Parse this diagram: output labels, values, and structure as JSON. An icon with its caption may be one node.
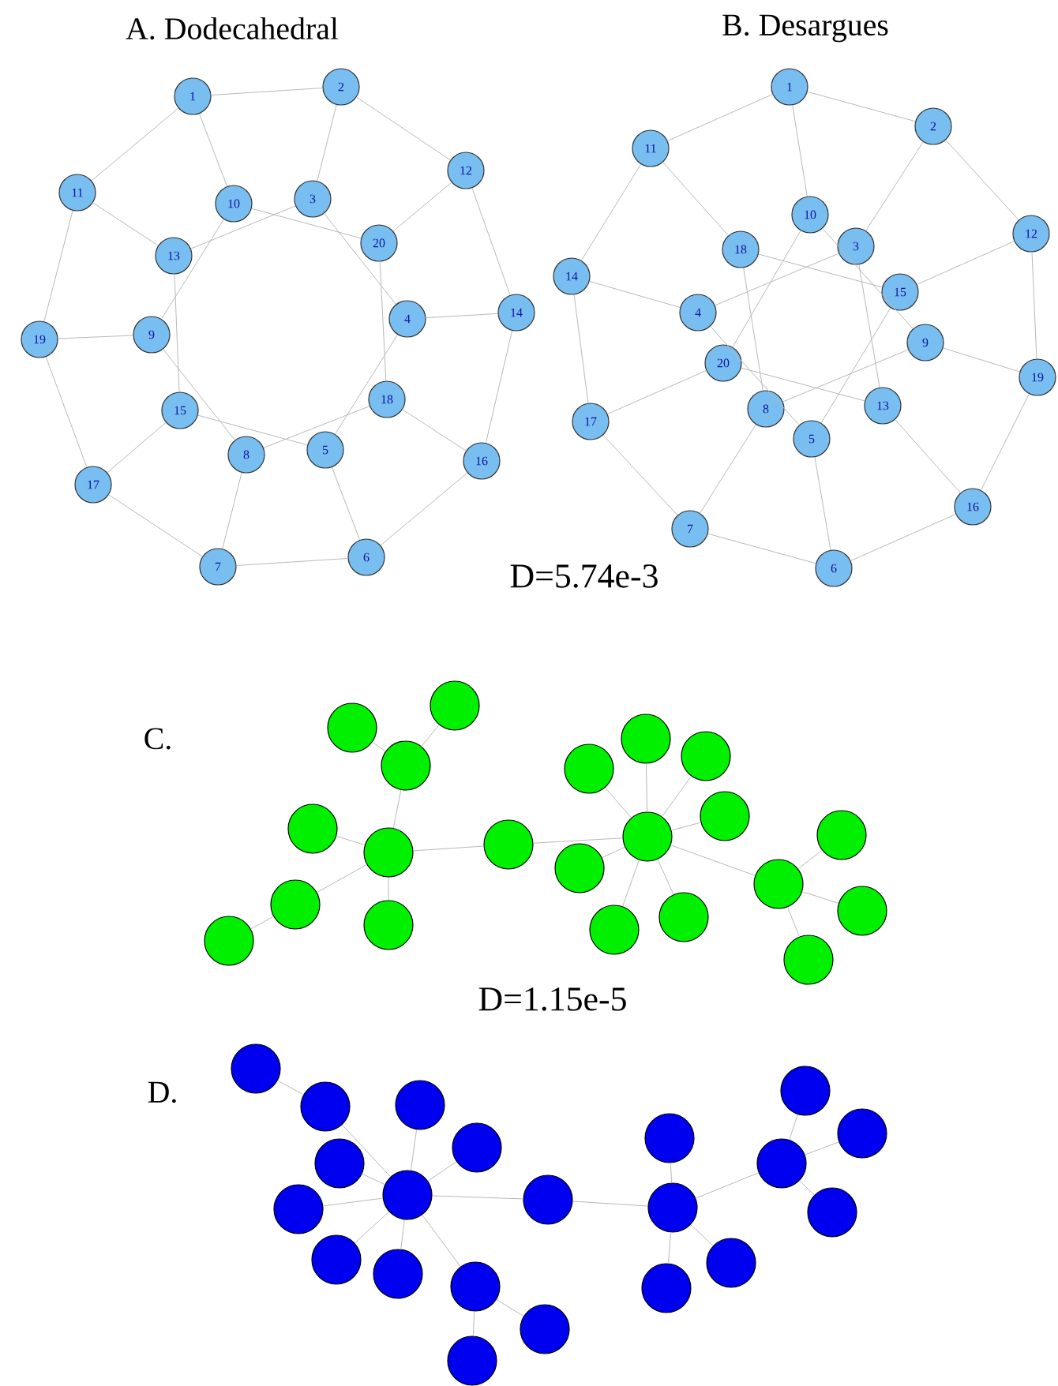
{
  "diagram": {
    "nodes": [
      {
        "text": [
          "1"
        ]
      },
      {
        "text": [
          "2"
        ]
      },
      {
        "text": [
          "3"
        ]
      },
      {
        "text": [
          "4"
        ]
      },
      {
        "text": [
          "5"
        ]
      },
      {
        "text": [
          "6"
        ]
      },
      {
        "text": [
          "7"
        ]
      },
      {
        "text": [
          "8"
        ]
      },
      {
        "text": [
          "9"
        ]
      },
      {
        "text": [
          "10"
        ]
      },
      {
        "text": [
          "11"
        ]
      },
      {
        "text": [
          "12"
        ]
      },
      {
        "text": [
          "13"
        ]
      },
      {
        "text": [
          "14"
        ]
      },
      {
        "text": [
          "15"
        ]
      },
      {
        "text": [
          "16"
        ]
      },
      {
        "text": [
          "17"
        ]
      },
      {
        "text": [
          "18"
        ]
      },
      {
        "text": [
          "19"
        ]
      },
      {
        "text": [
          "20"
        ]
      },
      {
        "text": [
          "1"
        ]
      },
      {
        "text": [
          "2"
        ]
      },
      {
        "text": [
          "3"
        ]
      },
      {
        "text": [
          "4"
        ]
      },
      {
        "text": [
          "5"
        ]
      },
      {
        "text": [
          "6"
        ]
      },
      {
        "text": [
          "7"
        ]
      },
      {
        "text": [
          "8"
        ]
      },
      {
        "text": [
          "9"
        ]
      },
      {
        "text": [
          "10"
        ]
      },
      {
        "text": [
          "11"
        ]
      },
      {
        "text": [
          "12"
        ]
      },
      {
        "text": [
          "13"
        ]
      },
      {
        "text": [
          "14"
        ]
      },
      {
        "text": [
          "15"
        ]
      },
      {
        "text": [
          "16"
        ]
      },
      {
        "text": [
          "17"
        ]
      },
      {
        "text": [
          "18"
        ]
      },
      {
        "text": [
          "19"
        ]
      },
      {
        "text": [
          "20"
        ]
      },
      {
        "text": [],
        "shape": "circle"
      },
      {
        "text": [],
        "shape": "circle"
      },
      {
        "text": [],
        "shape": "circle"
      },
      {
        "text": [],
        "shape": "circle"
      },
      {
        "text": [],
        "shape": "circle"
      },
      {
        "text": [],
        "shape": "circle"
      },
      {
        "text": [],
        "shape": "circle"
      },
      {
        "text": [],
        "shape": "circle"
      },
      {
        "text": [],
        "shape": "circle"
      },
      {
        "text": [],
        "shape": "circle"
      },
      {
        "text": [],
        "shape": "circle"
      },
      {
        "text": [],
        "shape": "circle"
      },
      {
        "text": [],
        "shape": "circle"
      },
      {
        "text": [],
        "shape": "circle"
      },
      {
        "text": [],
        "shape": "circle"
      },
      {
        "text": [],
        "shape": "circle"
      },
      {
        "text": [],
        "shape": "circle"
      },
      {
        "text": [],
        "shape": "circle"
      },
      {
        "text": [],
        "shape": "circle"
      },
      {
        "text": [],
        "shape": "circle"
      },
      {
        "text": [],
        "shape": "circle"
      },
      {
        "text": [],
        "shape": "circle"
      },
      {
        "text": [],
        "shape": "circle"
      },
      {
        "text": [],
        "shape": "circle"
      },
      {
        "text": [],
        "shape": "circle"
      },
      {
        "text": [],
        "shape": "circle"
      },
      {
        "text": [],
        "shape": "circle"
      },
      {
        "text": [],
        "shape": "circle"
      },
      {
        "text": [],
        "shape": "circle"
      },
      {
        "text": [],
        "shape": "circle"
      },
      {
        "text": [],
        "shape": "circle"
      },
      {
        "text": [],
        "shape": "circle"
      },
      {
        "text": [],
        "shape": "circle"
      },
      {
        "text": [],
        "shape": "circle"
      },
      {
        "text": [],
        "shape": "circle"
      },
      {
        "text": [],
        "shape": "circle"
      },
      {
        "text": [],
        "shape": "circle"
      },
      {
        "text": [],
        "shape": "circle"
      },
      {
        "text": [],
        "shape": "circle"
      },
      {
        "text": [],
        "shape": "circle"
      },
      {
        "text": [],
        "shape": "circle"
      },
      {
        "text": [],
        "shape": "circle"
      }
    ],
    "edges": [
      {
        "from": 0,
        "to": 1,
        "arrow": "none"
      },
      {
        "from": 0,
        "to": 10,
        "arrow": "none"
      },
      {
        "from": 0,
        "to": 9,
        "arrow": "none"
      },
      {
        "from": 1,
        "to": 2,
        "arrow": "none"
      },
      {
        "from": 1,
        "to": 11,
        "arrow": "none"
      },
      {
        "from": 11,
        "to": 19,
        "arrow": "none"
      },
      {
        "from": 11,
        "to": 13,
        "arrow": "none"
      },
      {
        "from": 10,
        "to": 12,
        "arrow": "none"
      },
      {
        "from": 10,
        "to": 18,
        "arrow": "none"
      },
      {
        "from": 9,
        "to": 19,
        "arrow": "none"
      },
      {
        "from": 9,
        "to": 8,
        "arrow": "none"
      },
      {
        "from": 2,
        "to": 12,
        "arrow": "none"
      },
      {
        "from": 2,
        "to": 3,
        "arrow": "none"
      },
      {
        "from": 19,
        "to": 17,
        "arrow": "none"
      },
      {
        "from": 3,
        "to": 13,
        "arrow": "none"
      },
      {
        "from": 3,
        "to": 4,
        "arrow": "none"
      },
      {
        "from": 13,
        "to": 15,
        "arrow": "none"
      },
      {
        "from": 18,
        "to": 8,
        "arrow": "none"
      },
      {
        "from": 18,
        "to": 16,
        "arrow": "none"
      },
      {
        "from": 8,
        "to": 7,
        "arrow": "none"
      },
      {
        "from": 12,
        "to": 14,
        "arrow": "none"
      },
      {
        "from": 14,
        "to": 16,
        "arrow": "none"
      },
      {
        "from": 14,
        "to": 4,
        "arrow": "none"
      },
      {
        "from": 17,
        "to": 7,
        "arrow": "none"
      },
      {
        "from": 17,
        "to": 15,
        "arrow": "none"
      },
      {
        "from": 7,
        "to": 6,
        "arrow": "none"
      },
      {
        "from": 4,
        "to": 5,
        "arrow": "none"
      },
      {
        "from": 15,
        "to": 5,
        "arrow": "none"
      },
      {
        "from": 16,
        "to": 6,
        "arrow": "none"
      },
      {
        "from": 6,
        "to": 5,
        "arrow": "none"
      },
      {
        "from": 20,
        "to": 30,
        "arrow": "none"
      },
      {
        "from": 20,
        "to": 21,
        "arrow": "none"
      },
      {
        "from": 20,
        "to": 29,
        "arrow": "none"
      },
      {
        "from": 21,
        "to": 22,
        "arrow": "none"
      },
      {
        "from": 21,
        "to": 31,
        "arrow": "none"
      },
      {
        "from": 22,
        "to": 23,
        "arrow": "none"
      },
      {
        "from": 22,
        "to": 32,
        "arrow": "none"
      },
      {
        "from": 23,
        "to": 33,
        "arrow": "none"
      },
      {
        "from": 23,
        "to": 24,
        "arrow": "none"
      },
      {
        "from": 24,
        "to": 34,
        "arrow": "none"
      },
      {
        "from": 24,
        "to": 25,
        "arrow": "none"
      },
      {
        "from": 25,
        "to": 26,
        "arrow": "none"
      },
      {
        "from": 25,
        "to": 35,
        "arrow": "none"
      },
      {
        "from": 26,
        "to": 36,
        "arrow": "none"
      },
      {
        "from": 26,
        "to": 27,
        "arrow": "none"
      },
      {
        "from": 27,
        "to": 37,
        "arrow": "none"
      },
      {
        "from": 27,
        "to": 28,
        "arrow": "none"
      },
      {
        "from": 28,
        "to": 29,
        "arrow": "none"
      },
      {
        "from": 28,
        "to": 38,
        "arrow": "none"
      },
      {
        "from": 29,
        "to": 39,
        "arrow": "none"
      },
      {
        "from": 30,
        "to": 33,
        "arrow": "none"
      },
      {
        "from": 30,
        "to": 37,
        "arrow": "none"
      },
      {
        "from": 31,
        "to": 34,
        "arrow": "none"
      },
      {
        "from": 31,
        "to": 38,
        "arrow": "none"
      },
      {
        "from": 32,
        "to": 39,
        "arrow": "none"
      },
      {
        "from": 32,
        "to": 35,
        "arrow": "none"
      },
      {
        "from": 33,
        "to": 36,
        "arrow": "none"
      },
      {
        "from": 34,
        "to": 37,
        "arrow": "none"
      },
      {
        "from": 35,
        "to": 38,
        "arrow": "none"
      },
      {
        "from": 36,
        "to": 39,
        "arrow": "none"
      },
      {
        "from": 40,
        "to": 42,
        "arrow": "none"
      },
      {
        "from": 41,
        "to": 42,
        "arrow": "none"
      },
      {
        "from": 42,
        "to": 44,
        "arrow": "none"
      },
      {
        "from": 43,
        "to": 44,
        "arrow": "none"
      },
      {
        "from": 44,
        "to": 46,
        "arrow": "none"
      },
      {
        "from": 46,
        "to": 47,
        "arrow": "none"
      },
      {
        "from": 44,
        "to": 48,
        "arrow": "none"
      },
      {
        "from": 44,
        "to": 45,
        "arrow": "none"
      },
      {
        "from": 45,
        "to": 53,
        "arrow": "none"
      },
      {
        "from": 53,
        "to": 49,
        "arrow": "none"
      },
      {
        "from": 53,
        "to": 50,
        "arrow": "none"
      },
      {
        "from": 53,
        "to": 51,
        "arrow": "none"
      },
      {
        "from": 53,
        "to": 52,
        "arrow": "none"
      },
      {
        "from": 53,
        "to": 54,
        "arrow": "none"
      },
      {
        "from": 53,
        "to": 55,
        "arrow": "none"
      },
      {
        "from": 53,
        "to": 56,
        "arrow": "none"
      },
      {
        "from": 53,
        "to": 58,
        "arrow": "none"
      },
      {
        "from": 58,
        "to": 57,
        "arrow": "none"
      },
      {
        "from": 58,
        "to": 59,
        "arrow": "none"
      },
      {
        "from": 58,
        "to": 60,
        "arrow": "none"
      },
      {
        "from": 61,
        "to": 62,
        "arrow": "none"
      },
      {
        "from": 62,
        "to": 67,
        "arrow": "none"
      },
      {
        "from": 63,
        "to": 67,
        "arrow": "none"
      },
      {
        "from": 64,
        "to": 67,
        "arrow": "none"
      },
      {
        "from": 65,
        "to": 67,
        "arrow": "none"
      },
      {
        "from": 66,
        "to": 67,
        "arrow": "none"
      },
      {
        "from": 69,
        "to": 67,
        "arrow": "none"
      },
      {
        "from": 70,
        "to": 67,
        "arrow": "none"
      },
      {
        "from": 67,
        "to": 71,
        "arrow": "none"
      },
      {
        "from": 71,
        "to": 72,
        "arrow": "none"
      },
      {
        "from": 71,
        "to": 73,
        "arrow": "none"
      },
      {
        "from": 67,
        "to": 68,
        "arrow": "none"
      },
      {
        "from": 68,
        "to": 75,
        "arrow": "none"
      },
      {
        "from": 74,
        "to": 75,
        "arrow": "none"
      },
      {
        "from": 75,
        "to": 81,
        "arrow": "none"
      },
      {
        "from": 75,
        "to": 80,
        "arrow": "none"
      },
      {
        "from": 75,
        "to": 78,
        "arrow": "none"
      },
      {
        "from": 78,
        "to": 76,
        "arrow": "none"
      },
      {
        "from": 78,
        "to": 77,
        "arrow": "none"
      },
      {
        "from": 78,
        "to": 79,
        "arrow": "none"
      }
    ],
    "labels": [
      "A. Dodecahedral",
      "B. Desargues",
      "D=5.74e-3",
      "C.",
      "D=1.15e-5",
      "D."
    ]
  }
}
